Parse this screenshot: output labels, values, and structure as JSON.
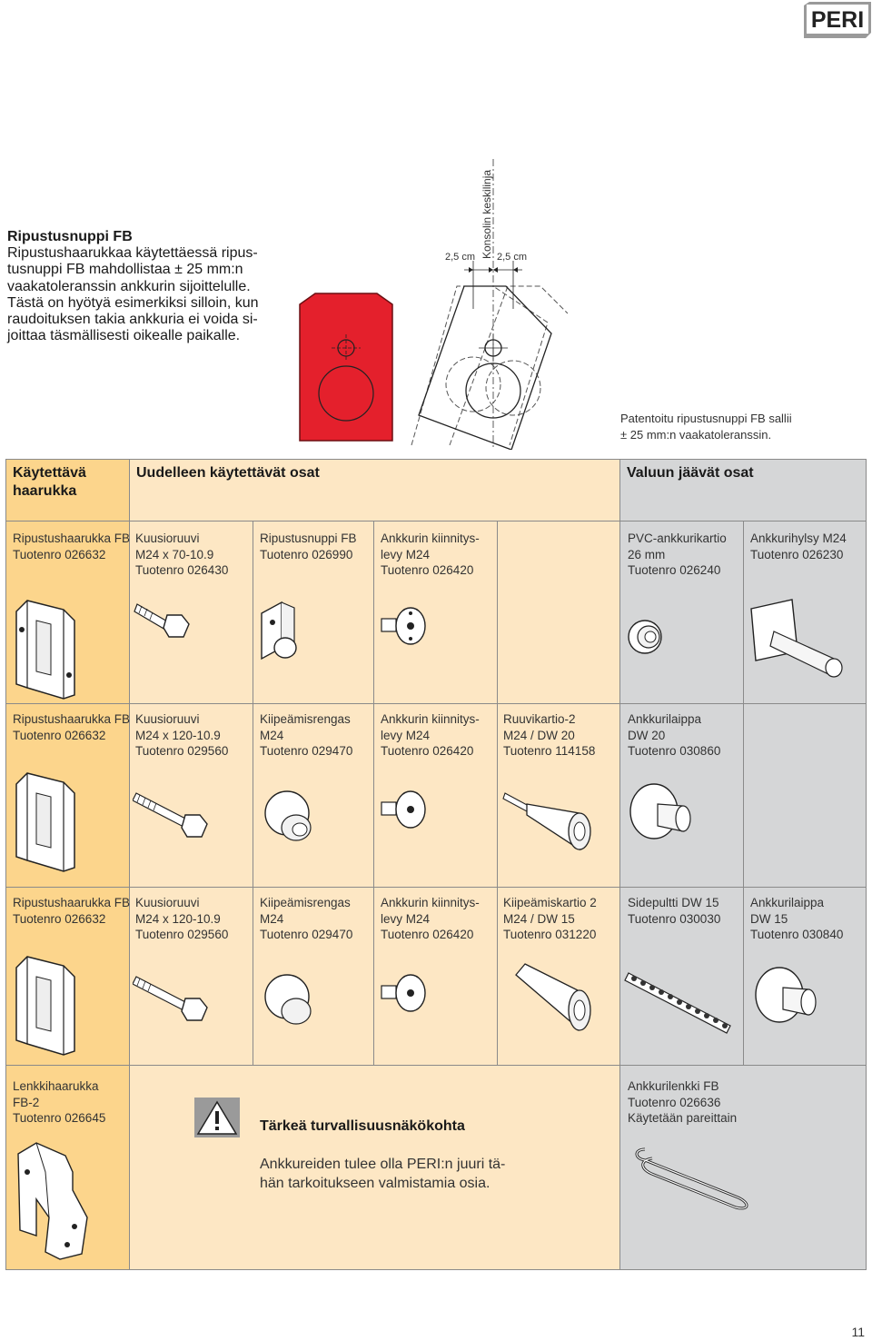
{
  "brand": "PERI",
  "intro": {
    "title": "Ripustusnuppi FB",
    "lines": [
      "Ripustushaarukkaa käytettäessä ripus-",
      "tusnuppi FB mahdollistaa ± 25 mm:n",
      "vaakatoleranssin ankkurin sijoittelulle.",
      "Tästä on hyötyä esimerkiksi silloin, kun",
      "raudoituksen takia ankkuria ei voida si-",
      "joittaa täsmällisesti oikealle paikalle."
    ]
  },
  "diagram": {
    "centerline_label": "Konsolin keskilinja",
    "left_offset": "2,5 cm",
    "right_offset": "2,5 cm",
    "note_lines": [
      "Patentoitu ripustusnuppi FB sallii",
      "± 25 mm:n vaakatoleranssin."
    ]
  },
  "headers": {
    "used_fork": [
      "Käytettävä",
      "haarukka"
    ],
    "reusable": "Uudelleen käytettävät osat",
    "cast_in": "Valuun jäävät osat"
  },
  "rows": [
    [
      [
        "Ripustushaarukka FB",
        "Tuotenro 026632"
      ],
      [
        "Kuusioruuvi",
        "M24 x 70-10.9",
        "Tuotenro 026430"
      ],
      [
        "Ripustusnuppi FB",
        "Tuotenro 026990"
      ],
      [
        "Ankkurin kiinnitys-",
        "levy M24",
        "Tuotenro 026420"
      ],
      [],
      [
        "PVC-ankkurikartio",
        "26 mm",
        "Tuotenro 026240"
      ],
      [
        "Ankkurihylsy M24",
        "Tuotenro 026230"
      ]
    ],
    [
      [
        "Ripustushaarukka FB",
        "Tuotenro 026632"
      ],
      [
        "Kuusioruuvi",
        "M24 x 120-10.9",
        "Tuotenro 029560"
      ],
      [
        "Kiipeämisrengas",
        "M24",
        "Tuotenro 029470"
      ],
      [
        "Ankkurin kiinnitys-",
        "levy M24",
        "Tuotenro 026420"
      ],
      [
        "Ruuvikartio-2",
        "M24 / DW 20",
        "Tuotenro 114158"
      ],
      [
        "Ankkurilaippa",
        "DW 20",
        "Tuotenro 030860"
      ],
      []
    ],
    [
      [
        "Ripustushaarukka FB",
        "Tuotenro 026632"
      ],
      [
        "Kuusioruuvi",
        "M24 x 120-10.9",
        "Tuotenro 029560"
      ],
      [
        "Kiipeämisrengas",
        "M24",
        "Tuotenro 029470"
      ],
      [
        "Ankkurin kiinnitys-",
        "levy M24",
        "Tuotenro 026420"
      ],
      [
        "Kiipeämiskartio 2",
        "M24 / DW 15",
        "Tuotenro 031220"
      ],
      [
        "Sidepultti DW 15",
        "Tuotenro 030030"
      ],
      [
        "Ankkurilaippa",
        "DW 15",
        "Tuotenro 030840"
      ]
    ],
    [
      [
        "Lenkkihaarukka",
        "FB-2",
        "Tuotenro 026645"
      ],
      [],
      [],
      [],
      [],
      [
        "Ankkurilenkki FB",
        "Tuotenro 026636",
        "Käytetään pareittain"
      ],
      []
    ]
  ],
  "warning": {
    "title": "Tärkeä turvallisuusnäkökohta",
    "lines": [
      "Ankkureiden tulee olla PERI:n juuri tä-",
      "hän tarkoitukseen valmistamia osia."
    ]
  },
  "page_number": "11",
  "colors": {
    "fork_column": "#fcd58c",
    "reusable_column": "#fde7c4",
    "cast_in_column": "#d5d6d7",
    "hero_red": "#e4202c"
  }
}
